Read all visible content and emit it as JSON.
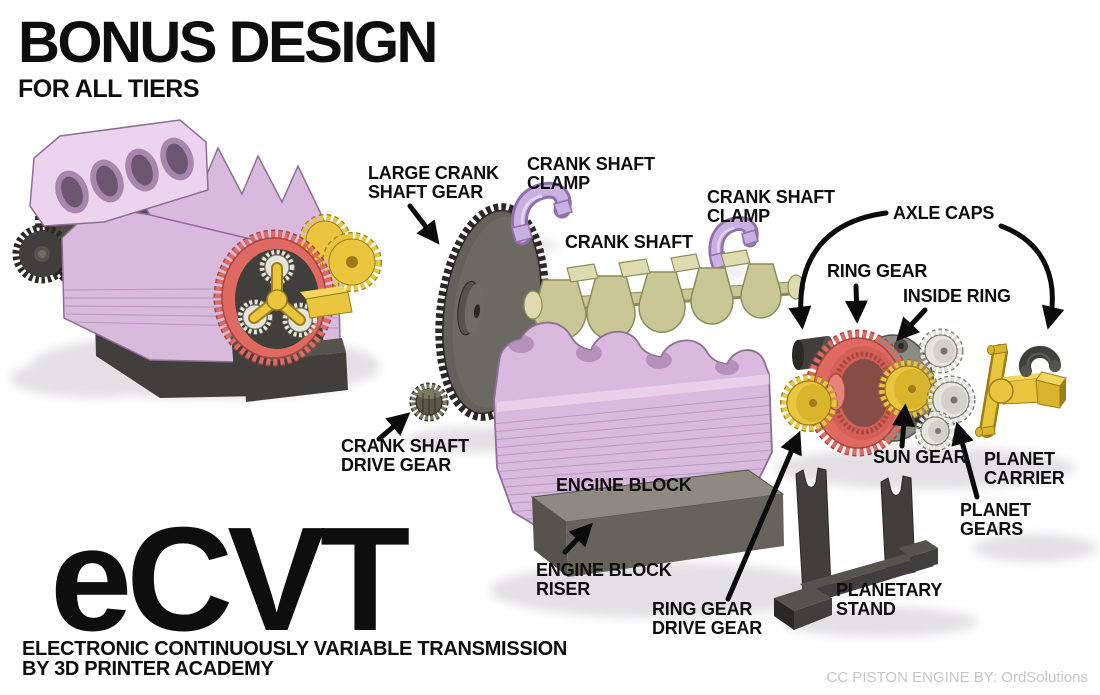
{
  "header": {
    "title": "BONUS DESIGN",
    "subtitle": "FOR ALL TIERS"
  },
  "product": {
    "name": "eCVT",
    "description": "ELECTRONIC CONTINUOUSLY VARIABLE TRANSMISSION",
    "byline": "BY 3D PRINTER ACADEMY"
  },
  "credit": "CC PISTON ENGINE BY: OrdSolutions",
  "part_labels": {
    "large_crank_shaft_gear": "LARGE CRANK\nSHAFT GEAR",
    "crank_shaft_clamp_1": "CRANK SHAFT\nCLAMP",
    "crank_shaft": "CRANK SHAFT",
    "crank_shaft_clamp_2": "CRANK SHAFT\nCLAMP",
    "axle_caps": "AXLE CAPS",
    "ring_gear": "RING GEAR",
    "inside_ring": "INSIDE RING",
    "crank_shaft_drive_gear": "CRANK SHAFT\nDRIVE GEAR",
    "engine_block": "ENGINE BLOCK",
    "engine_block_riser": "ENGINE BLOCK\nRISER",
    "ring_gear_drive_gear": "RING GEAR\nDRIVE GEAR",
    "planetary_stand": "PLANETARY\nSTAND",
    "sun_gear": "SUN GEAR",
    "planet_carrier": "PLANET\nCARRIER",
    "planet_gears": "PLANET\nGEARS"
  },
  "palette": {
    "bg": "#ffffff",
    "text": "#0e0e0e",
    "credit_gray": "#c6c6c6",
    "arrow": "#0b0b0b",
    "shadow": "#e3e0e4",
    "engine_pink": "#d9b9dd",
    "engine_pink_light": "#ecd4ee",
    "engine_pink_mid": "#caa7cf",
    "engine_pink_dark": "#a986ae",
    "outline_pink": "#8f6d96",
    "port_dark": "#6d5672",
    "crank_olive": "#c9c795",
    "crank_olive_light": "#dedbb0",
    "crank_olive_dark": "#8e8c5c",
    "ring_red": "#e06a62",
    "ring_red_light": "#e8837b",
    "ring_red_mid": "#d45f58",
    "ring_red_dark": "#a84842",
    "gear_yellow": "#e9c63d",
    "gear_yellow_light": "#f2d75c",
    "gear_yellow_mid": "#d9b52e",
    "gear_yellow_dark": "#9c7d18",
    "gear_silver": "#e6e5dd",
    "gear_silver_mid": "#d3d2c8",
    "gear_silver_dark": "#777669",
    "inside_gray": "#8d8c84",
    "inside_gray_dark": "#504f49",
    "part_dark": "#413f3b",
    "part_darker": "#2a2926",
    "part_mid": "#55534d",
    "part_light": "#6e6c64",
    "disc_face": "#63625a",
    "disc_face_light": "#6b6a62",
    "small_gear": "#5a5846",
    "small_gear_light": "#7c7a64",
    "clamp_purple": "#c9b0e0",
    "clamp_purple_light": "#e6d6f2",
    "clamp_purple_dark": "#8f6fae",
    "riser_top": "#8f8a80",
    "riser_front": "#67635b",
    "riser_left": "#56534c"
  }
}
